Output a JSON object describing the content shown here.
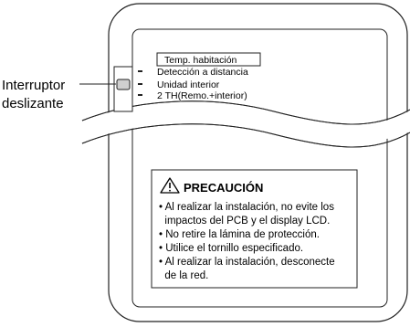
{
  "callout": {
    "line1": "Interruptor",
    "line2": "deslizante"
  },
  "switch_options": {
    "boxed_label": "Temp. habitación",
    "items": [
      "Detección a distancia",
      "Unidad interior",
      "2 TH(Remo.+interior)"
    ]
  },
  "caution": {
    "title": "PRECAUCIÓN",
    "icon": "warning-triangle-icon",
    "lines": [
      "• Al realizar la instalación, no evite los",
      "  impactos del PCB y el display LCD.",
      "• No retire la lámina de protección.",
      "• Utilice el tornillo especificado.",
      "• Al realizar la instalación, desconecte",
      "  de la red."
    ]
  }
}
